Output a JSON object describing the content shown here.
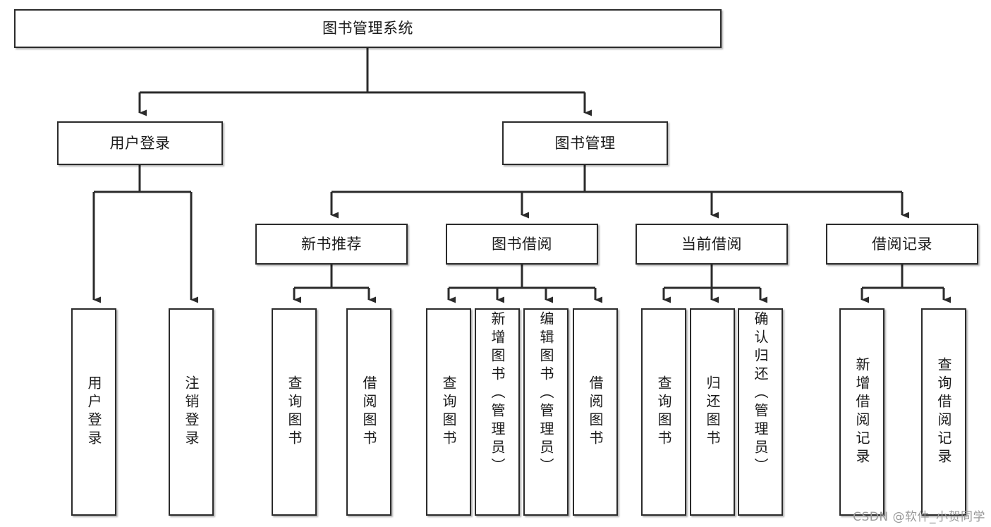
{
  "diagram": {
    "type": "tree",
    "title": "图书管理系统",
    "watermark": "CSDN @软件_小贺同学",
    "root": {
      "label": "图书管理系统"
    },
    "level2": [
      {
        "label": "用户登录"
      },
      {
        "label": "图书管理"
      }
    ],
    "level3": [
      {
        "label": "新书推荐"
      },
      {
        "label": "图书借阅"
      },
      {
        "label": "当前借阅"
      },
      {
        "label": "借阅记录"
      }
    ],
    "leaves": {
      "user_login": [
        {
          "label": "用户登录"
        },
        {
          "label": "注销登录"
        }
      ],
      "new_book": [
        {
          "label": "查询图书"
        },
        {
          "label": "借阅图书"
        }
      ],
      "book_borrow": [
        {
          "label": "查询图书"
        },
        {
          "label": "新增图书（管理员）"
        },
        {
          "label": "编辑图书（管理员）"
        },
        {
          "label": "借阅图书"
        }
      ],
      "current_borrow": [
        {
          "label": "查询图书"
        },
        {
          "label": "归还图书"
        },
        {
          "label": "确认归还（管理员）"
        }
      ],
      "borrow_record": [
        {
          "label": "新增借阅记录"
        },
        {
          "label": "查询借阅记录"
        }
      ]
    },
    "colors": {
      "border": "#2b2b2b",
      "background": "#ffffff",
      "text": "#1b1b1b",
      "watermark": "#9a9a9a"
    }
  }
}
